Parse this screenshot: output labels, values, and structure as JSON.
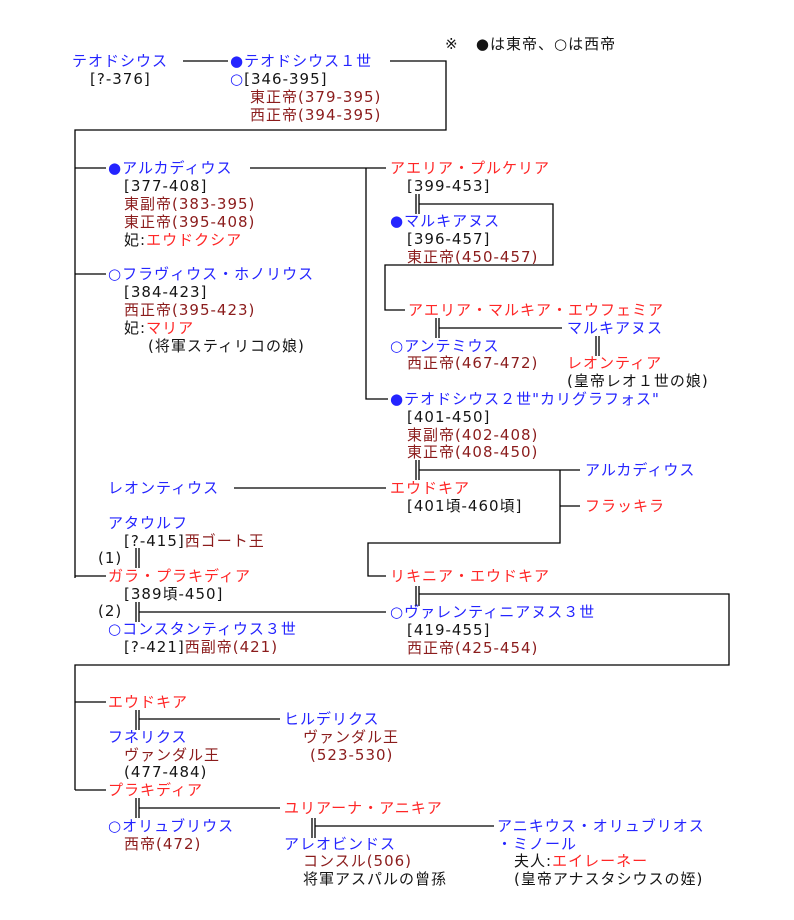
{
  "legend": {
    "mark": "※",
    "east_mark": "●",
    "east_label": "は東帝、",
    "west_mark": "○",
    "west_label": "は西帝"
  },
  "persons": {
    "theodosius_elder": {
      "name": "テオドシウス",
      "dates": "[?-376]"
    },
    "theodosius1": {
      "mark": "●",
      "name": "テオドシウス１世",
      "mark2": "○",
      "dates": "[346-395]",
      "title1": "東正帝(379-395)",
      "title2": "西正帝(394-395)"
    },
    "arcadius": {
      "mark": "●",
      "name": "アルカディウス",
      "dates": "[377-408]",
      "title1": "東副帝(383-395)",
      "title2": "東正帝(395-408)",
      "spouse_prefix": "妃:",
      "spouse": "エウドクシア"
    },
    "pulcheria": {
      "name": "アエリア・プルケリア",
      "dates": "[399-453]"
    },
    "marcianus": {
      "mark": "●",
      "name": "マルキアヌス",
      "dates": "[396-457]",
      "title": "東正帝(450-457)"
    },
    "honorius": {
      "mark": "○",
      "name": "フラヴィウス・ホノリウス",
      "dates": "[384-423]",
      "title": "西正帝(395-423)",
      "spouse_prefix": "妃:",
      "spouse": "マリア",
      "note": "(将軍スティリコの娘)"
    },
    "euphemia": {
      "name": "アエリア・マルキア・エウフェミア"
    },
    "marcianus2": {
      "name": "マルキアヌス"
    },
    "anthemius": {
      "mark": "○",
      "name": "アンテミウス",
      "title": "西正帝(467-472)"
    },
    "leontia": {
      "name": "レオンティア",
      "note": "(皇帝レオ１世の娘)"
    },
    "theodosius2": {
      "mark": "●",
      "name": "テオドシウス２世\"カリグラフォス\"",
      "dates": "[401-450]",
      "title1": "東副帝(402-408)",
      "title2": "東正帝(408-450)"
    },
    "arcadius2": {
      "name": "アルカディウス"
    },
    "leontius": {
      "name": "レオンティウス"
    },
    "eudocia": {
      "name": "エウドキア",
      "dates": "[401頃-460頃]"
    },
    "flaccilla": {
      "name": "フラッキラ"
    },
    "ataulf": {
      "name": "アタウルフ",
      "dates": "[?-415]",
      "title": "西ゴート王"
    },
    "marriage1": "(1)",
    "galla": {
      "name": "ガラ・プラキディア",
      "dates": "[389頃-450]"
    },
    "marriage2": "(2)",
    "constantius3": {
      "mark": "○",
      "name": "コンスタンティウス３世",
      "dates": "[?-421]",
      "title": "西副帝(421)"
    },
    "licinia": {
      "name": "リキニア・エウドキア"
    },
    "valentinian3": {
      "mark": "○",
      "name": "ヴァレンティニアヌス３世",
      "dates": "[419-455]",
      "title": "西正帝(425-454)"
    },
    "eudocia2": {
      "name": "エウドキア"
    },
    "hilderic": {
      "name": "ヒルデリクス",
      "title": "ヴァンダル王",
      "dates": "(523-530)"
    },
    "huneric": {
      "name": "フネリクス",
      "title": "ヴァンダル王",
      "dates": "(477-484)"
    },
    "placidia": {
      "name": "プラキディア"
    },
    "juliana": {
      "name": "ユリアーナ・アニキア"
    },
    "olybrius": {
      "mark": "○",
      "name": "オリュブリウス",
      "title": "西帝(472)"
    },
    "areobindus": {
      "name": "アレオビンドス",
      "title": "コンスル(506)",
      "note": "将軍アスパルの曾孫"
    },
    "olybrius_minor": {
      "name1": "アニキウス・オリュブリオス",
      "name2": "・ミノール",
      "spouse_prefix": "夫人:",
      "spouse": "エイレーネー",
      "note": "(皇帝アナスタシウスの姪)"
    }
  }
}
